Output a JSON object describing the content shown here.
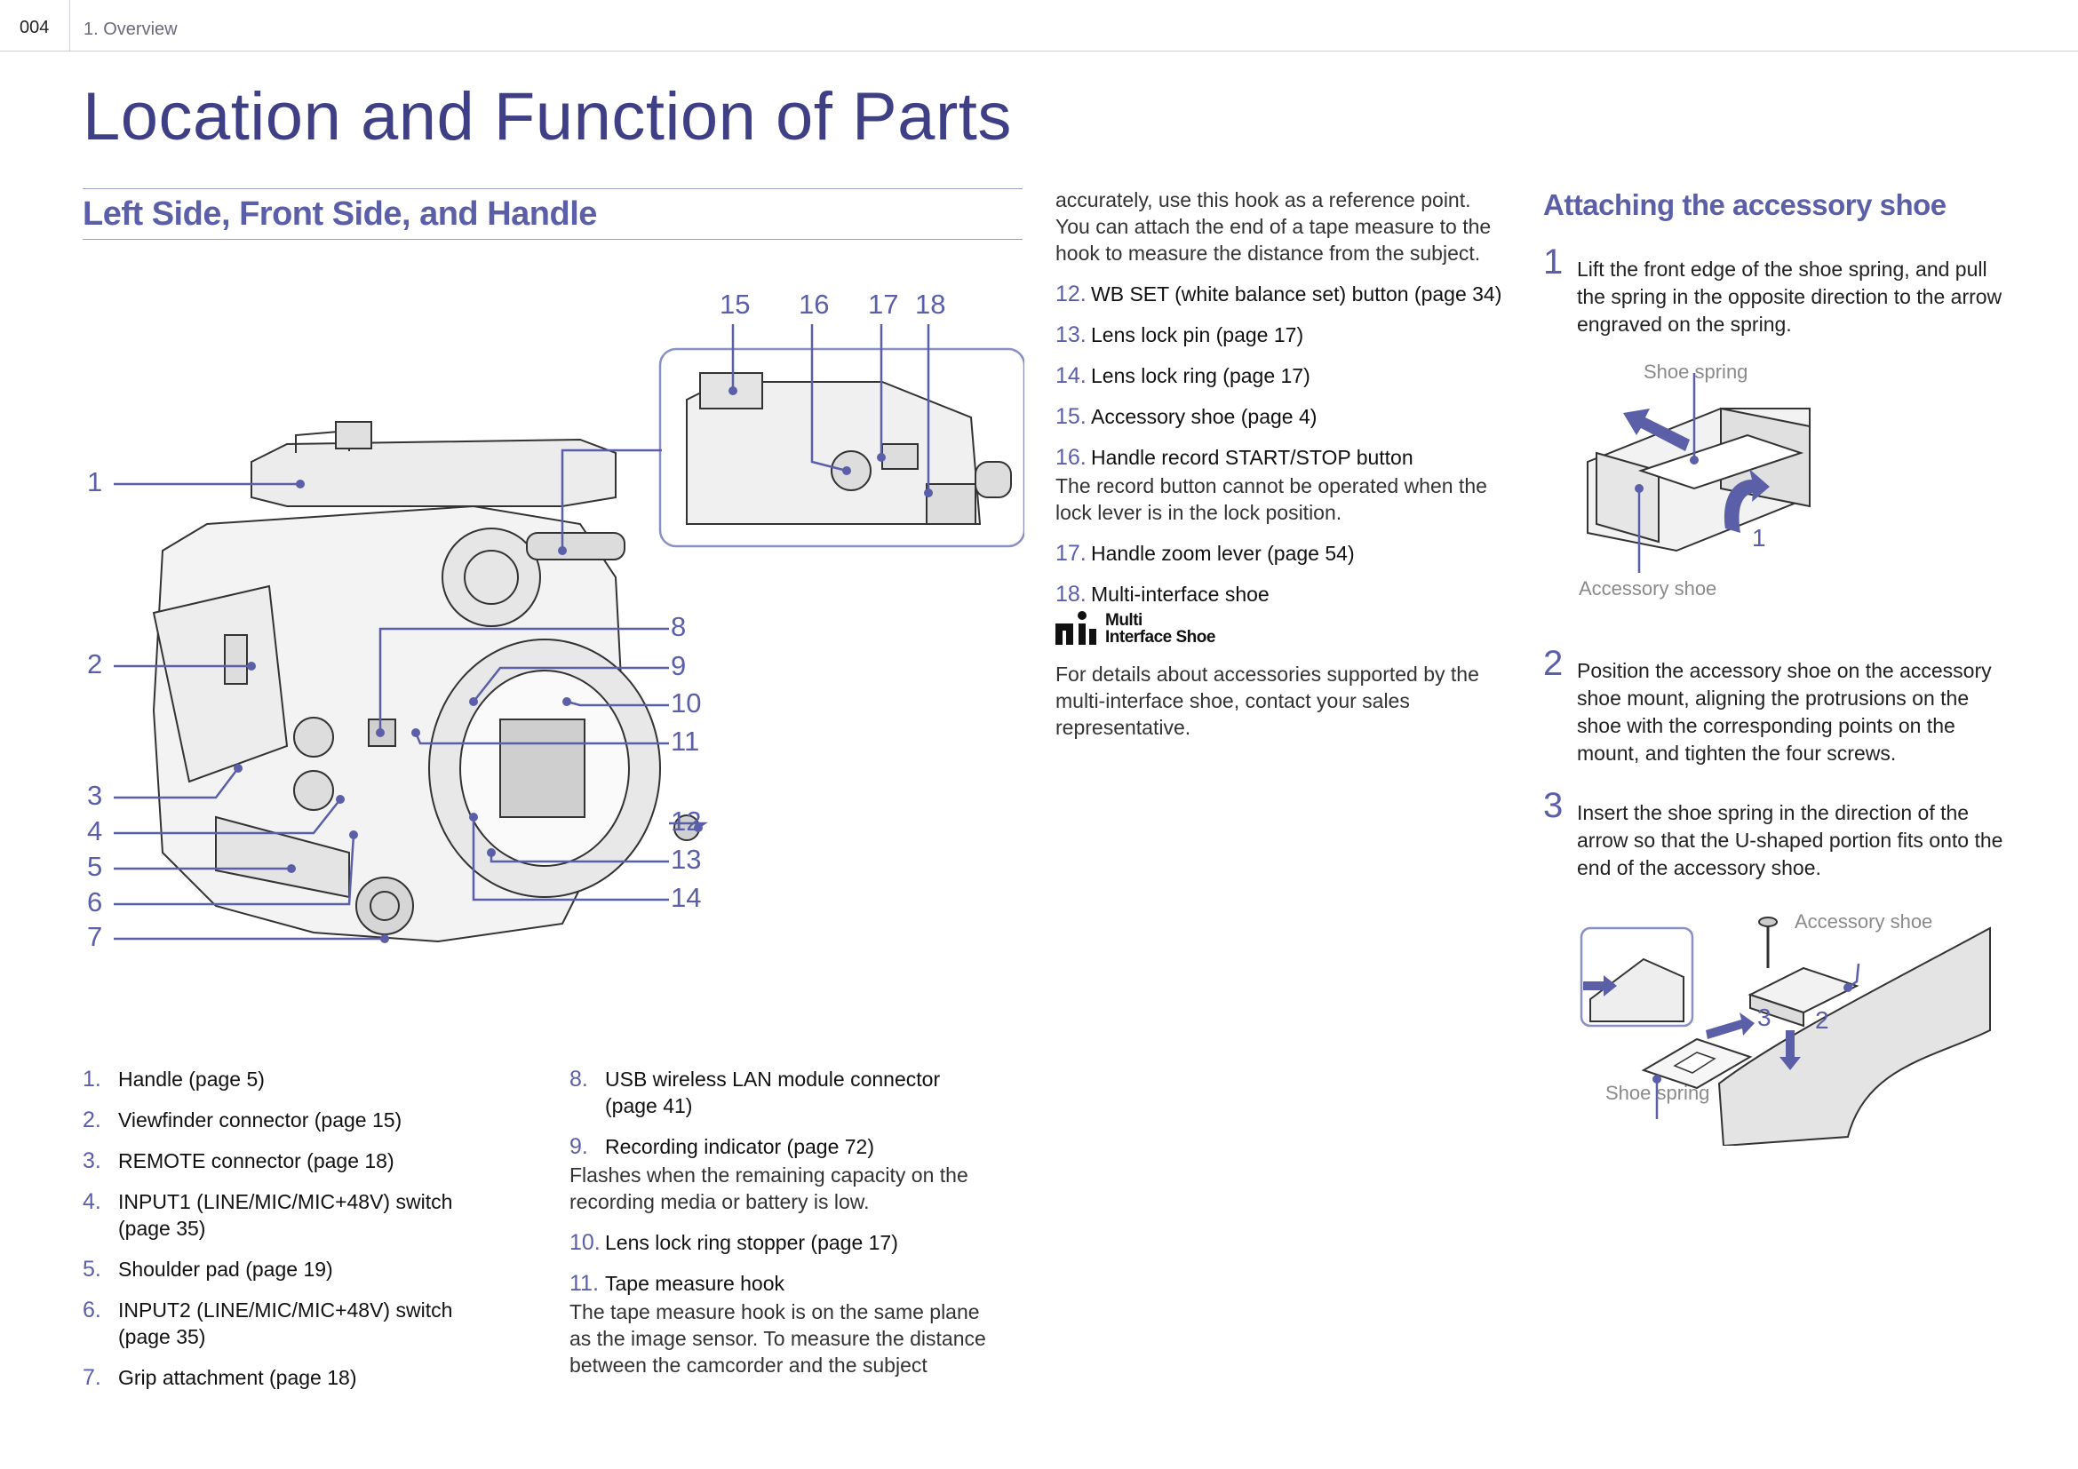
{
  "header": {
    "page_number": "004",
    "breadcrumb": "1. Overview"
  },
  "page_title": "Location and Function of Parts",
  "section_title": "Left Side, Front Side, and Handle",
  "figure_callouts": [
    "1",
    "2",
    "3",
    "4",
    "5",
    "6",
    "7",
    "8",
    "9",
    "10",
    "11",
    "12",
    "13",
    "14",
    "15",
    "16",
    "17",
    "18"
  ],
  "parts": [
    {
      "num": "1.",
      "label": "Handle (page 5)"
    },
    {
      "num": "2.",
      "label": "Viewfinder connector (page 15)"
    },
    {
      "num": "3.",
      "label": "REMOTE connector (page 18)"
    },
    {
      "num": "4.",
      "label": "INPUT1 (LINE/MIC/MIC+48V) switch (page 35)"
    },
    {
      "num": "5.",
      "label": "Shoulder pad (page 19)"
    },
    {
      "num": "6.",
      "label": "INPUT2 (LINE/MIC/MIC+48V) switch (page 35)"
    },
    {
      "num": "7.",
      "label": "Grip attachment (page 18)"
    },
    {
      "num": "8.",
      "label": "USB wireless LAN module connector (page 41)"
    },
    {
      "num": "9.",
      "label": "Recording indicator (page 72)",
      "desc": "Flashes when the remaining capacity on the recording media or battery is low."
    },
    {
      "num": "10.",
      "label": "Lens lock ring stopper (page 17)"
    },
    {
      "num": "11.",
      "label": "Tape measure hook",
      "desc": "The tape measure hook is on the same plane as the image sensor. To measure the distance between the camcorder and the subject"
    },
    {
      "num": "12.",
      "label": "WB SET (white balance set) button (page 34)"
    },
    {
      "num": "13.",
      "label": "Lens lock pin (page 17)"
    },
    {
      "num": "14.",
      "label": "Lens lock ring (page 17)"
    },
    {
      "num": "15.",
      "label": "Accessory shoe (page 4)"
    },
    {
      "num": "16.",
      "label": "Handle record START/STOP button",
      "desc": "The record button cannot be operated when the lock lever is in the lock position."
    },
    {
      "num": "17.",
      "label": "Handle zoom lever (page 54)"
    },
    {
      "num": "18.",
      "label": "Multi-interface shoe"
    }
  ],
  "continuation_text": "accurately, use this hook as a reference point. You can attach the end of a tape measure to the hook to measure the distance from the subject.",
  "mi_logo": {
    "line1": "Multi",
    "line2": "Interface Shoe"
  },
  "mi_note": "For details about accessories supported by the multi-interface shoe, contact your sales representative.",
  "attaching": {
    "title": "Attaching the accessory shoe",
    "steps": [
      {
        "num": "1",
        "text": "Lift the front edge of the shoe spring, and pull the spring in the opposite direction to the arrow engraved on the spring."
      },
      {
        "num": "2",
        "text": "Position the accessory shoe on the accessory shoe mount, aligning the protrusions on the shoe with the corresponding points on the mount, and tighten the four screws."
      },
      {
        "num": "3",
        "text": "Insert the shoe spring in the direction of the arrow so that the U-shaped portion fits onto the end of the accessory shoe."
      }
    ],
    "fig1": {
      "shoe_spring": "Shoe spring",
      "accessory_shoe": "Accessory shoe",
      "step": "1"
    },
    "fig2": {
      "accessory_shoe": "Accessory shoe",
      "shoe_spring": "Shoe spring",
      "step3": "3",
      "step2": "2"
    }
  },
  "colors": {
    "accent": "#5a5fa8",
    "title": "#3f3f86"
  }
}
